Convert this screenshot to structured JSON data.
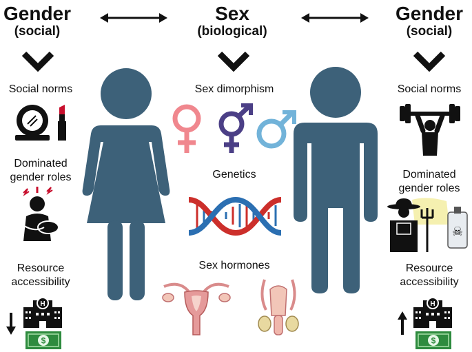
{
  "left": {
    "title": "Gender",
    "subtitle": "(social)",
    "norms_label": "Social norms",
    "roles_label_1": "Dominated",
    "roles_label_2": "gender roles",
    "resource_label_1": "Resource",
    "resource_label_2": "accessibility",
    "resource_trend": "down"
  },
  "center": {
    "title": "Sex",
    "subtitle": "(biological)",
    "dimorphism_label": "Sex dimorphism",
    "genetics_label": "Genetics",
    "hormones_label": "Sex hormones"
  },
  "right": {
    "title": "Gender",
    "subtitle": "(social)",
    "norms_label": "Social norms",
    "roles_label_1": "Dominated",
    "roles_label_2": "gender roles",
    "resource_label_1": "Resource",
    "resource_label_2": "accessibility",
    "resource_trend": "up"
  },
  "colors": {
    "figure": "#3d6179",
    "female_symbol": "#f0878e",
    "intersex_symbol": "#4b3f86",
    "male_symbol": "#72b3d9",
    "dna_red": "#cc2f2b",
    "dna_blue": "#2b6fb2",
    "money": "#2e8b3e"
  }
}
